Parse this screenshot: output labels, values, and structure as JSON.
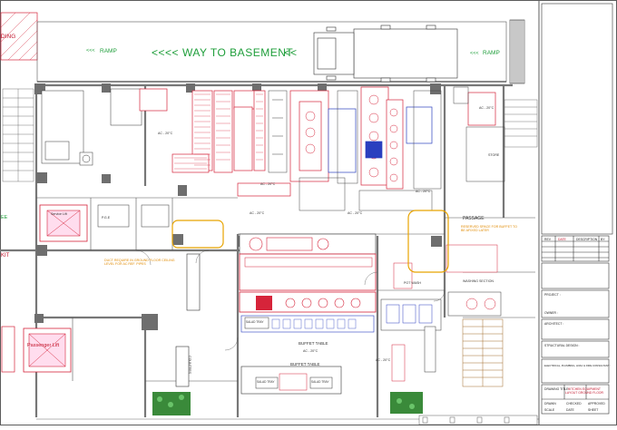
{
  "drawing": {
    "top_sign": "WAY TO BASEMENT",
    "ramp_left": "RAMP",
    "ramp_right": "RAMP",
    "chevrons_left": "<<<<",
    "chevrons_right": "<<",
    "chevrons_ramp_left": "<<<",
    "chevrons_ramp_right": "<<<",
    "corner_label": "DING",
    "exit_label": "KIT",
    "side_label": "EE",
    "ac_labels": [
      "AC - 20°C",
      "AC - 20°C",
      "AC - 20°C",
      "AC - 20°C",
      "AC - 20°C",
      "AC - 20°C",
      "AC - 20°C",
      "AC - 20°C"
    ],
    "buffet_table_1": "BUFFET TABLE",
    "buffet_table_2": "BUFFET TABLE",
    "salad_tray_1": "SALAD TRAY",
    "salad_tray_2": "SALAD TRAY",
    "salad_tray_3": "SALAD TRAY",
    "passage": "PASSAGE",
    "passenger_lift": "Passenger Lift",
    "service_lift": "Service Lift",
    "pge": "P.G.E",
    "pot_wash": "POT WASH",
    "washing_section": "WASHING SECTION",
    "store": "STORE",
    "counter": "COUNTERS",
    "note_orange_1": "DUCT REQUIRE IN GROUND FLOOR CEILING LEVEL FOR AC REF. PIPES",
    "note_orange_2": "RESERVED SPACE FOR BUFFET TO BE AFIXED LATER"
  },
  "title_block": {
    "revision_headers": [
      "REV",
      "DATE",
      "DESCRIPTION",
      "BY"
    ],
    "project_label": "PROJECT :",
    "owner_label": "OWNER :",
    "architect_label": "ARCHITECT :",
    "structural_label": "STRUCTURAL DESIGN :",
    "mep_label": "ELECTRICAL, PLUMBING, HVAC & FIRE CONSULTANT :",
    "drawing_title_label": "DRAWING TITLE :",
    "drawing_title": "KITCHEN EQUIPMENT LAYOUT GROUND FLOOR",
    "footer_cells": [
      "DRAWN",
      "CHECKED",
      "APPROVED",
      "SCALE",
      "DATE",
      "SHEET"
    ]
  },
  "colors": {
    "line": "#3a3a3a",
    "wall": "#777777",
    "equipment": "#d6243a",
    "fixture": "#2a3fbf",
    "green_text": "#1e9e3a",
    "note": "#e08a00",
    "column": "#6e6e6e"
  }
}
